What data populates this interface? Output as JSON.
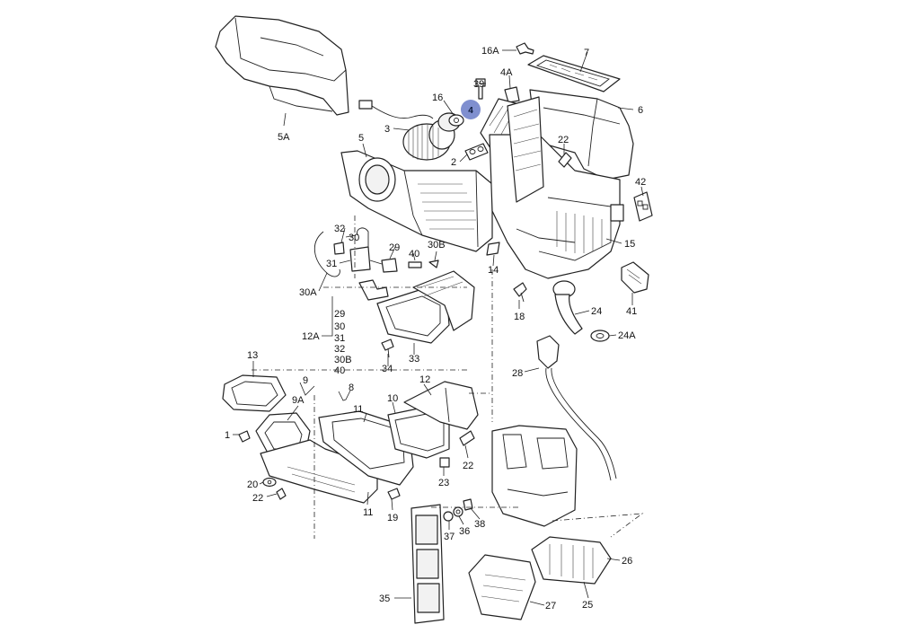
{
  "labels": {
    "p16A": "16A",
    "p7": "7",
    "p4A": "4A",
    "p39": "39",
    "p16": "16",
    "p4": "4",
    "p6": "6",
    "p5A": "5A",
    "p3": "3",
    "p5": "5",
    "p22a": "22",
    "p2": "2",
    "p42": "42",
    "p15": "15",
    "p32": "32",
    "p30": "30",
    "p29": "29",
    "p40": "40",
    "p30B": "30B",
    "p31": "31",
    "p14": "14",
    "p30A": "30A",
    "p18": "18",
    "p41": "41",
    "p24": "24",
    "p24A": "24A",
    "p12A": "12A",
    "p34": "34",
    "p33": "33",
    "p28": "28",
    "p13": "13",
    "p9": "9",
    "p8": "8",
    "p9A": "9A",
    "p12": "12",
    "p10": "10",
    "p11a": "11",
    "p1": "1",
    "p22b": "22",
    "p23": "23",
    "p20": "20",
    "p22c": "22",
    "p11b": "11",
    "p19": "19",
    "p36": "36",
    "p37": "37",
    "p38": "38",
    "p26": "26",
    "p35": "35",
    "p27": "27",
    "p25": "25"
  },
  "group_list": [
    "29",
    "30",
    "31",
    "32",
    "30B",
    "40"
  ],
  "highlight": {
    "label": "4",
    "color": "#7f8fcf"
  }
}
